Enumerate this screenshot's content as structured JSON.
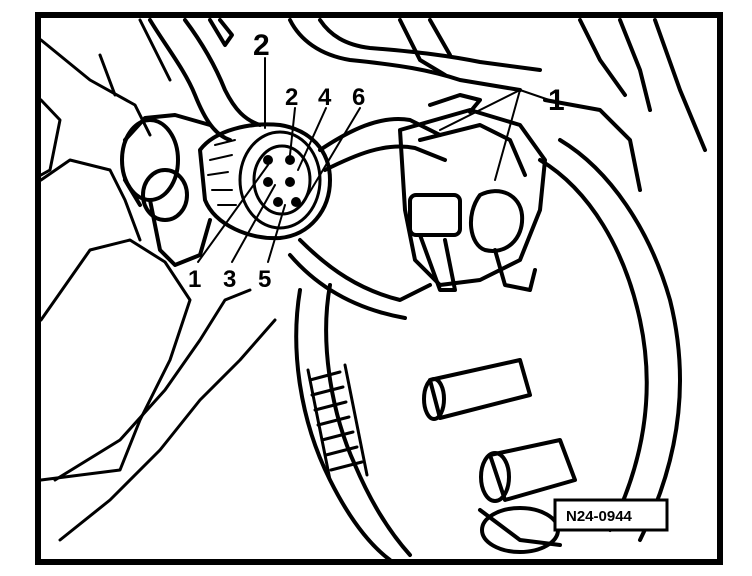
{
  "diagram": {
    "callouts": {
      "top_2": "2",
      "top_1": "1",
      "pin_2": "2",
      "pin_4": "4",
      "pin_6": "6",
      "pin_1": "1",
      "pin_3": "3",
      "pin_5": "5"
    },
    "reference_code": "N24-0944",
    "colors": {
      "ink": "#000000",
      "paper": "#ffffff"
    }
  }
}
